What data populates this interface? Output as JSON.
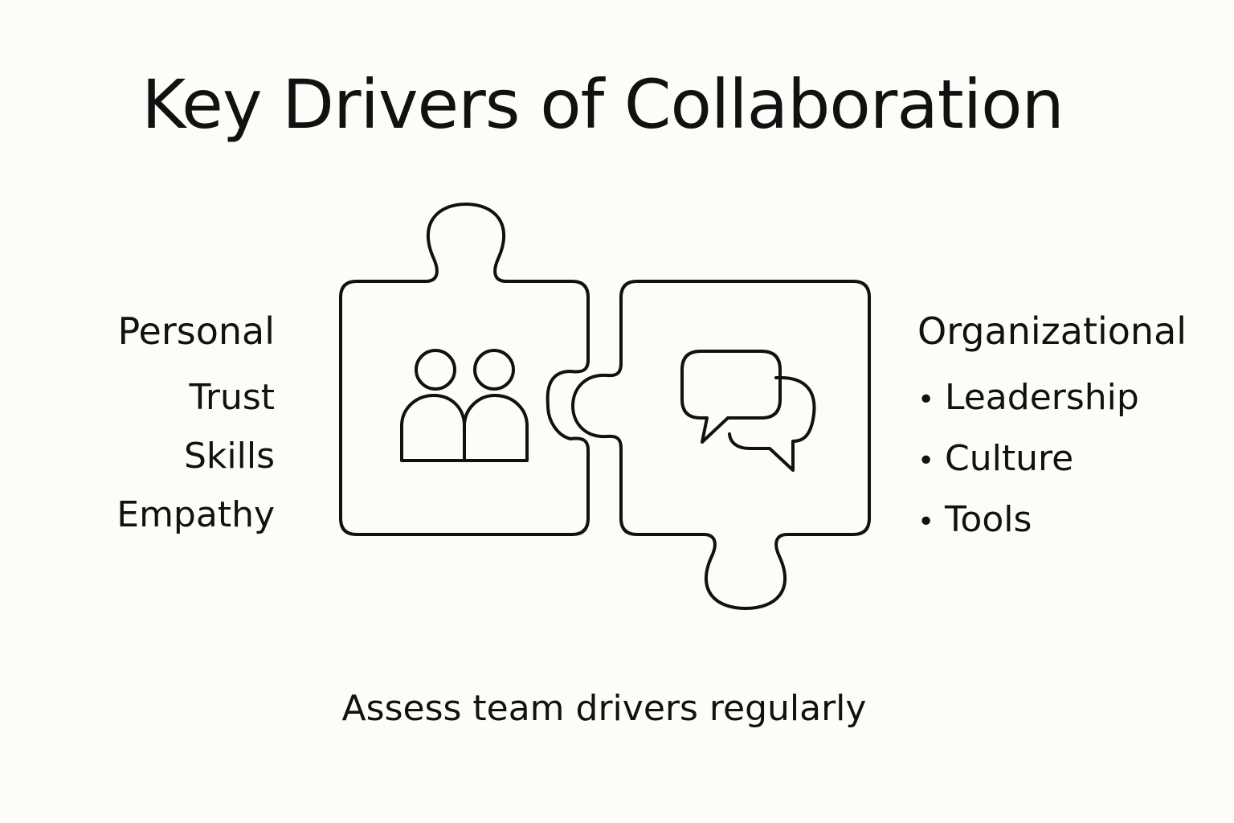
{
  "title": "Key Drivers of Collaboration",
  "personal": {
    "heading": "Personal",
    "items": [
      "Trust",
      "Skills",
      "Empathy"
    ]
  },
  "organizational": {
    "heading": "Organizational",
    "items": [
      "Leadership",
      "Culture",
      "Tools"
    ]
  },
  "footer": "Assess team drivers regularly",
  "icons": {
    "left_piece": "people-icon",
    "right_piece": "chat-bubbles-icon"
  },
  "colors": {
    "background": "#fdfcf8",
    "ink": "#111111"
  }
}
